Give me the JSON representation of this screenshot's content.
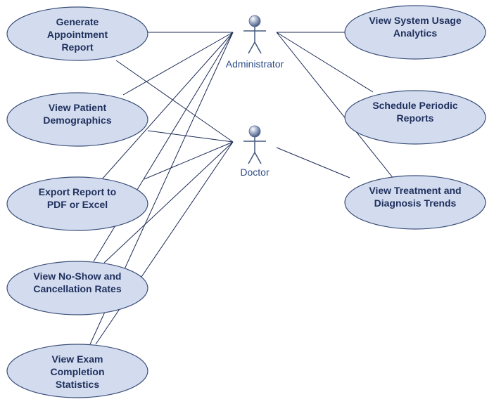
{
  "diagram": {
    "type": "use-case",
    "colors": {
      "usecase_fill": "#d3dcef",
      "usecase_stroke": "#3b4f7a",
      "line": "#1b2a55",
      "text": "#1f2f5c",
      "actor_label": "#2e4c86",
      "actor_body": "#44587f"
    },
    "actors": [
      {
        "id": "admin",
        "label": "Administrator"
      },
      {
        "id": "doctor",
        "label": "Doctor"
      }
    ],
    "use_cases": [
      {
        "id": "gen",
        "lines": [
          "Generate",
          "Appointment",
          "Report"
        ]
      },
      {
        "id": "demo",
        "lines": [
          "View Patient",
          "Demographics"
        ]
      },
      {
        "id": "export",
        "lines": [
          "Export Report to",
          "PDF or Excel"
        ]
      },
      {
        "id": "noshow",
        "lines": [
          "View No-Show and",
          "Cancellation Rates"
        ]
      },
      {
        "id": "exam",
        "lines": [
          "View Exam",
          "Completion",
          "Statistics"
        ]
      },
      {
        "id": "usage",
        "lines": [
          "View System Usage",
          "Analytics"
        ]
      },
      {
        "id": "sched",
        "lines": [
          "Schedule Periodic",
          "Reports"
        ]
      },
      {
        "id": "trend",
        "lines": [
          "View Treatment and",
          "Diagnosis Trends"
        ]
      }
    ],
    "associations": [
      {
        "actor": "admin",
        "use_case": "gen"
      },
      {
        "actor": "admin",
        "use_case": "demo"
      },
      {
        "actor": "admin",
        "use_case": "export"
      },
      {
        "actor": "admin",
        "use_case": "noshow"
      },
      {
        "actor": "admin",
        "use_case": "exam"
      },
      {
        "actor": "admin",
        "use_case": "usage"
      },
      {
        "actor": "admin",
        "use_case": "sched"
      },
      {
        "actor": "admin",
        "use_case": "trend"
      },
      {
        "actor": "doctor",
        "use_case": "gen"
      },
      {
        "actor": "doctor",
        "use_case": "demo"
      },
      {
        "actor": "doctor",
        "use_case": "export"
      },
      {
        "actor": "doctor",
        "use_case": "noshow"
      },
      {
        "actor": "doctor",
        "use_case": "exam"
      },
      {
        "actor": "doctor",
        "use_case": "trend"
      }
    ]
  }
}
